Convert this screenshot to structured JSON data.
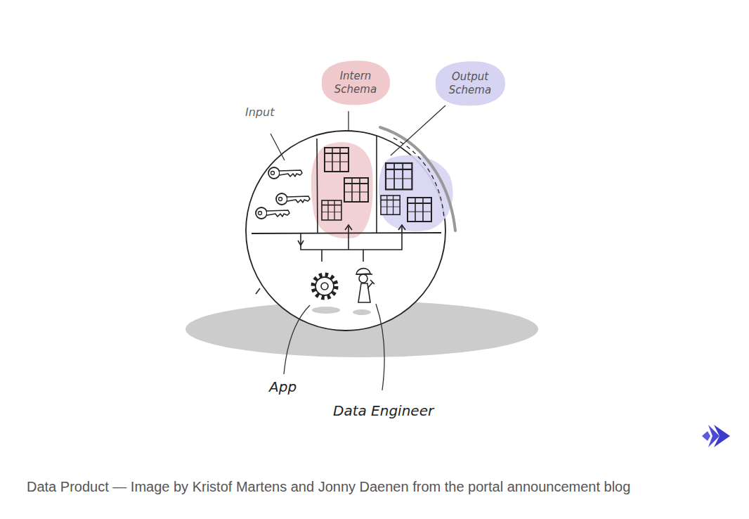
{
  "diagram": {
    "caption": "Data Product — Image by Kristof Martens and Jonny Daenen from the portal announcement blog",
    "nodes": [
      {
        "text": [
          "Intern Schema"
        ]
      },
      {
        "text": [
          "Output Schema"
        ]
      }
    ],
    "labels": [
      "Input",
      "App",
      "Data Engineer"
    ]
  }
}
